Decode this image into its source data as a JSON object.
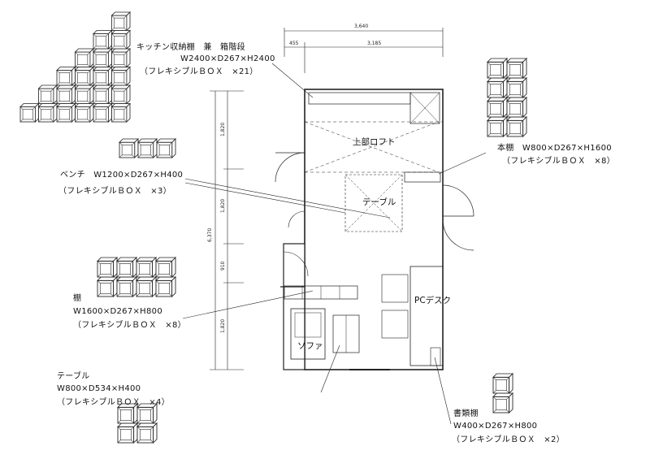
{
  "labels": {
    "kitchen": {
      "line1": "キッチン収納棚　兼　箱階段",
      "line2": "W2400×D267×H2400",
      "line3": "（フレキシブルＢＯＸ　×21）"
    },
    "bookshelf": {
      "line1": "本棚　W800×D267×H1600",
      "line2": "（フレキシブルＢＯＸ　×8）"
    },
    "bench": {
      "line1": "ベンチ　W1200×D267×H400",
      "line2": "（フレキシブルＢＯＸ　×3）"
    },
    "shelf": {
      "line1": "棚",
      "line2": "W1600×D267×H800",
      "line3": "（フレキシブルＢＯＸ　×8）"
    },
    "table": {
      "line1": "テーブル",
      "line2": "W800×D534×H400",
      "line3": "（フレキシブルＢＯＸ　×4）"
    },
    "docshelf": {
      "line1": "書類棚",
      "line2": "W400×D267×H800",
      "line3": "（フレキシブルＢＯＸ　×2）"
    }
  },
  "rooms": {
    "loft": "上部ロフト",
    "table": "テーブル",
    "pc_desk": "PCデスク",
    "sofa": "ソファ"
  },
  "dimensions": {
    "total_width": "3,640",
    "left_offset": "455",
    "right_width": "3,185",
    "total_height": "6,370",
    "seg1": "1,820",
    "seg2": "1,820",
    "seg3": "910",
    "seg4": "1,820"
  }
}
